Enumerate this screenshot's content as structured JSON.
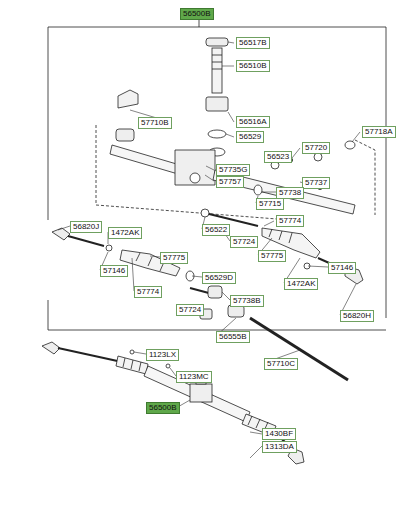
{
  "diagram": {
    "labels": [
      "56500B",
      "56517B",
      "56510B",
      "57710B",
      "56516A",
      "56529",
      "57718A",
      "57720",
      "56523",
      "57735G",
      "57757",
      "57737",
      "57738",
      "57715",
      "56522",
      "57774",
      "56820J",
      "1472AK",
      "57775",
      "57724",
      "57146",
      "57775",
      "57774",
      "56529D",
      "57146",
      "57738B",
      "1472AK",
      "57724",
      "56555B",
      "56820H",
      "57710C",
      "1123LX",
      "1123MC",
      "56500B",
      "1430BF",
      "1313DA"
    ]
  }
}
